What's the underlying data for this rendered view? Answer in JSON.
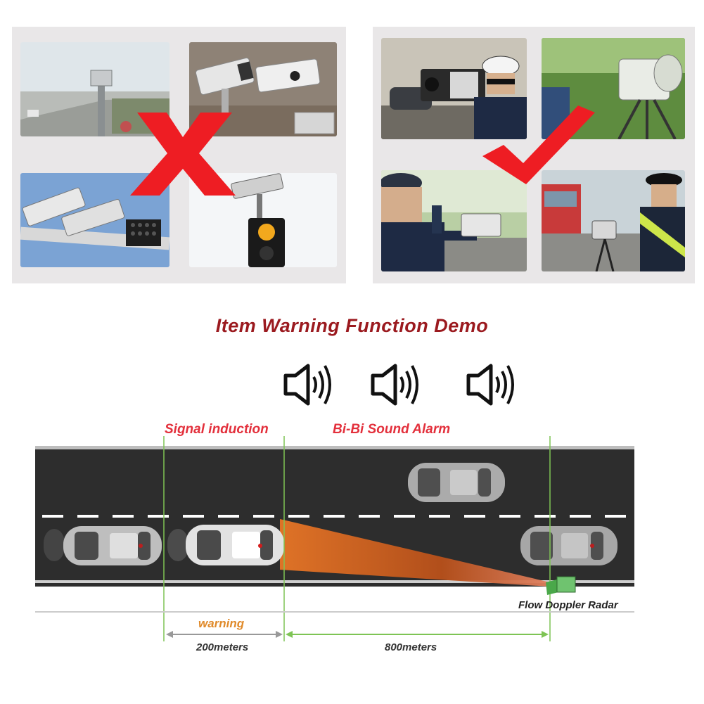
{
  "top_panels": {
    "forbidden": {
      "photos": [
        "roadside-pole-camera",
        "security-cameras",
        "gantry-cameras-with-flash",
        "traffic-light-camera"
      ],
      "mark": "cross-icon",
      "mark_color": "#ee1d23"
    },
    "allowed": {
      "photos": [
        "police-officer-with-handheld-radar",
        "tripod-radar-camera",
        "officer-aiming-radar-gun",
        "officer-with-tripod-radar-and-truck"
      ],
      "mark": "checkmark-icon",
      "mark_color": "#ee1d23"
    }
  },
  "demo": {
    "title": "Item Warning Function Demo",
    "signal_label": "Signal induction",
    "alarm_label": "Bi-Bi Sound Alarm",
    "radar_label": "Flow  Doppler Radar",
    "warning_label": "warning",
    "distance_1": "200meters",
    "distance_2": "800meters",
    "speaker_icons": [
      "speaker-icon",
      "speaker-icon",
      "speaker-icon"
    ],
    "colors": {
      "title": "#9b1a1f",
      "labels": "#e3303c",
      "guide_lines": "#7ec455",
      "road": "#2d2d2d",
      "beam": "#e8621c",
      "radar": "#5cb85c"
    }
  }
}
